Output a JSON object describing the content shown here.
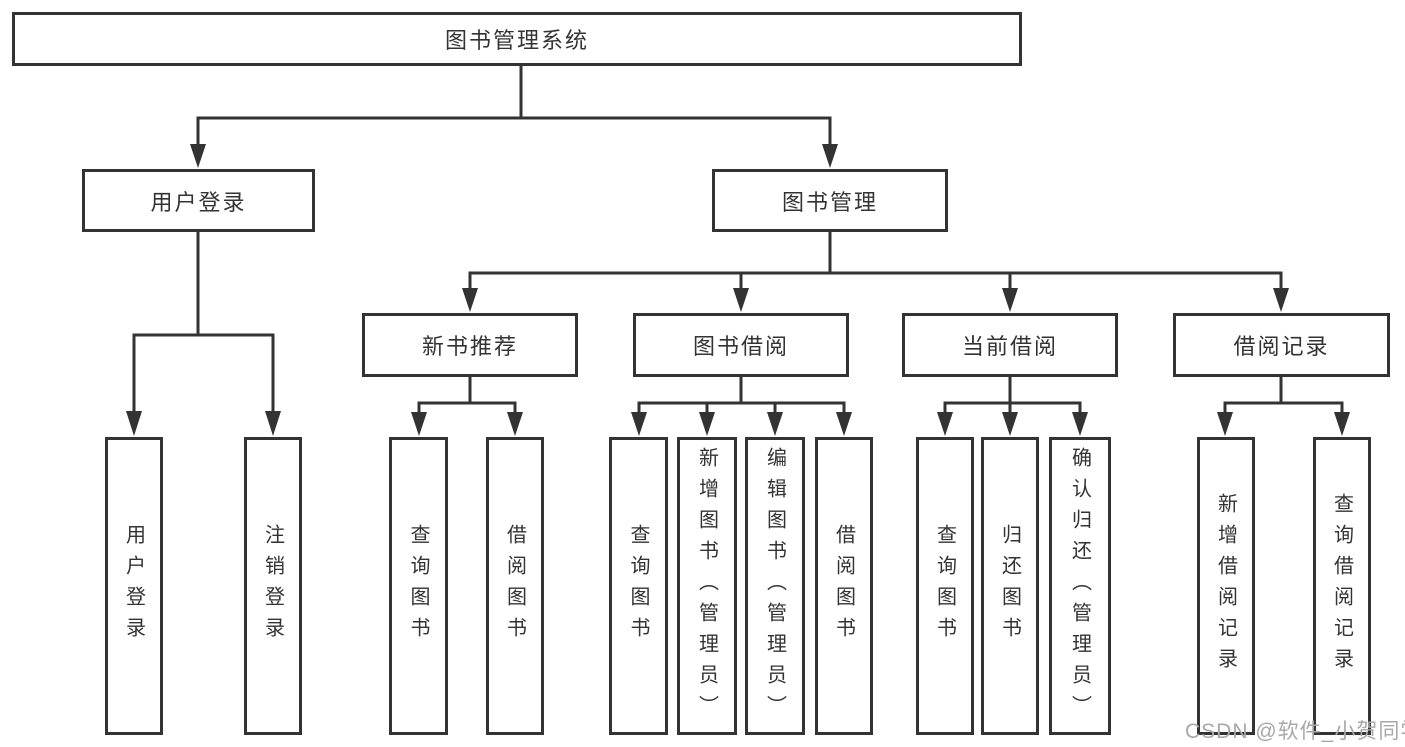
{
  "diagram": {
    "title": "图书管理系统",
    "level1": {
      "user_login": "用户登录",
      "book_management": "图书管理"
    },
    "level2": {
      "new_book_recommend": "新书推荐",
      "book_borrow": "图书借阅",
      "current_borrow": "当前借阅",
      "borrow_record": "借阅记录"
    },
    "leaves": {
      "user_login": "用户登录",
      "logout": "注销登录",
      "recommend_query_books": "查询图书",
      "recommend_borrow_books": "借阅图书",
      "borrow_query_books": "查询图书",
      "borrow_add_books": "新增图书（管理员）",
      "borrow_edit_books": "编辑图书（管理员）",
      "borrow_borrow_books": "借阅图书",
      "current_query_books": "查询图书",
      "current_return_books": "归还图书",
      "current_confirm_return": "确认归还（管理员）",
      "record_add": "新增借阅记录",
      "record_query": "查询借阅记录"
    }
  },
  "watermark": "CSDN @软件_小贺同学",
  "colors": {
    "line": "#333333",
    "text": "#333333",
    "box_background": "#ffffff",
    "watermark": "#a8a8a8",
    "background": "#ffffff"
  }
}
